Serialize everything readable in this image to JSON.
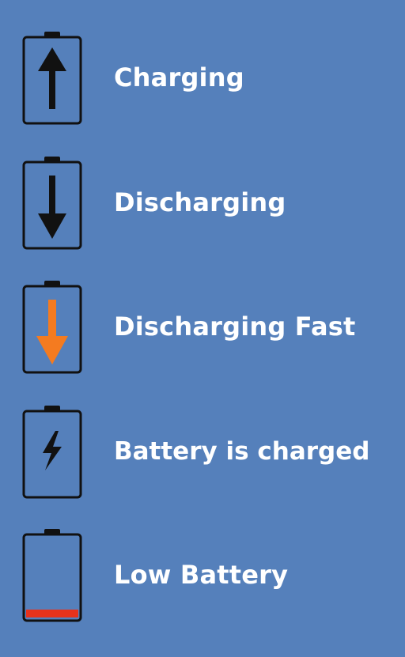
{
  "legend": {
    "items": [
      {
        "icon": "battery-charging-icon",
        "label": "Charging",
        "accent": "#000000"
      },
      {
        "icon": "battery-discharging-icon",
        "label": "Discharging",
        "accent": "#000000"
      },
      {
        "icon": "battery-discharging-fast-icon",
        "label": "Discharging Fast",
        "accent": "#f47b20"
      },
      {
        "icon": "battery-charged-icon",
        "label": "Battery is charged",
        "accent": "#000000"
      },
      {
        "icon": "battery-low-icon",
        "label": "Low Battery",
        "accent": "#e8321b"
      }
    ]
  },
  "colors": {
    "background": "#5580bb",
    "text": "#ffffff",
    "outline": "#111111",
    "fast_arrow": "#f47b20",
    "low_level": "#e8321b"
  }
}
